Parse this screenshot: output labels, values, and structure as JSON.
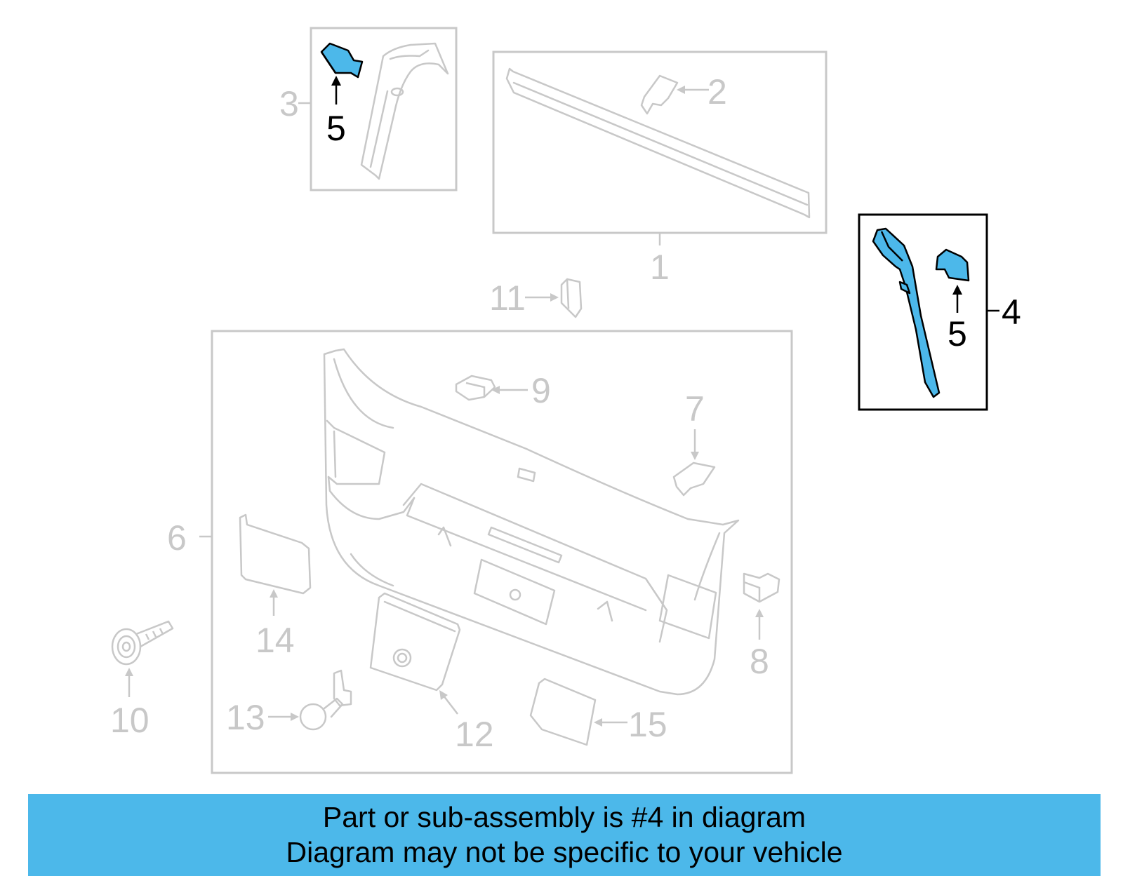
{
  "callouts": {
    "n1": "1",
    "n2": "2",
    "n3": "3",
    "n4": "4",
    "n5a": "5",
    "n5b": "5",
    "n6": "6",
    "n7": "7",
    "n8": "8",
    "n9": "9",
    "n10": "10",
    "n11": "11",
    "n12": "12",
    "n13": "13",
    "n14": "14",
    "n15": "15"
  },
  "colors": {
    "highlight": "#4cb8ea",
    "inactive_line": "#c8c8c8",
    "active_line": "#000000"
  },
  "banner": {
    "line1": "Part or sub-assembly is #4 in diagram",
    "line2": "Diagram may not be specific to your vehicle"
  }
}
